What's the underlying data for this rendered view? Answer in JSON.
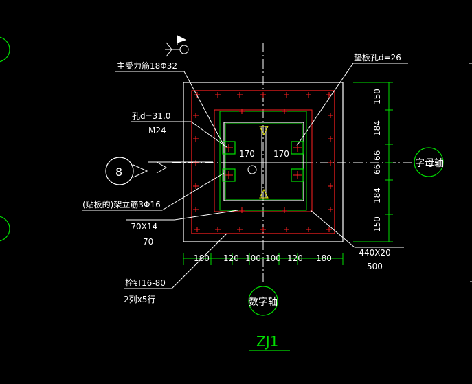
{
  "labels": {
    "main_rebar": "主受力筋18Φ32",
    "pad_hole_right": "垫板孔d=26",
    "hole_d": "孔d=31.0",
    "bolt": "M24",
    "detail_number": "8",
    "rebar_through": "(贴板的)架立筋3Φ16",
    "plate_size": "-70X14",
    "plate_len": "70",
    "stud": "栓钉16-80",
    "stud_layout": "2列x5行",
    "base_plate": "-440X20",
    "base_plate_width": "500",
    "letter_axis": "字母轴",
    "number_axis": "数字轴",
    "title": "ZJ1",
    "inner_dim_left": "170",
    "inner_dim_right": "170"
  },
  "dims_bottom": [
    "180",
    "120",
    "100",
    "100",
    "120",
    "180"
  ],
  "dims_right": [
    "150",
    "184",
    "66",
    "66",
    "184",
    "150"
  ],
  "colors": {
    "background": "#000000",
    "rebar": "#ff2020",
    "section": "#00e000",
    "text": "#ffffff",
    "axis": "#00e000"
  }
}
